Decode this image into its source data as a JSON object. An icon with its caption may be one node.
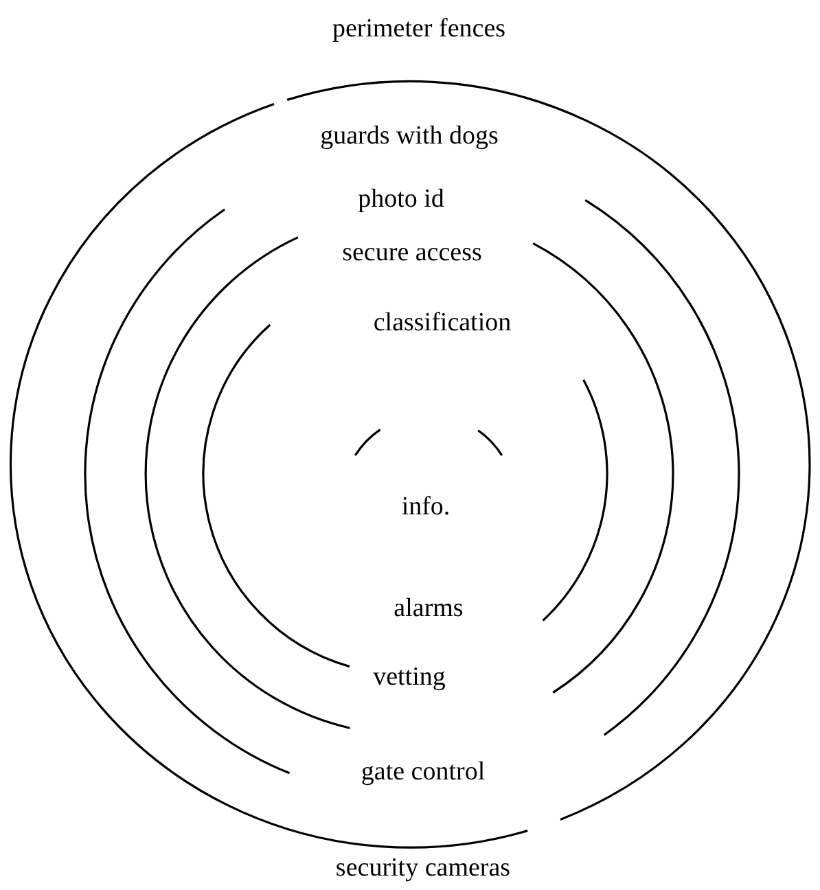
{
  "diagram": {
    "labels": [
      "perimeter fences",
      "guards with dogs",
      "photo id",
      "secure access",
      "classification",
      "info.",
      "alarms",
      "vetting",
      "gate control",
      "security cameras"
    ]
  }
}
